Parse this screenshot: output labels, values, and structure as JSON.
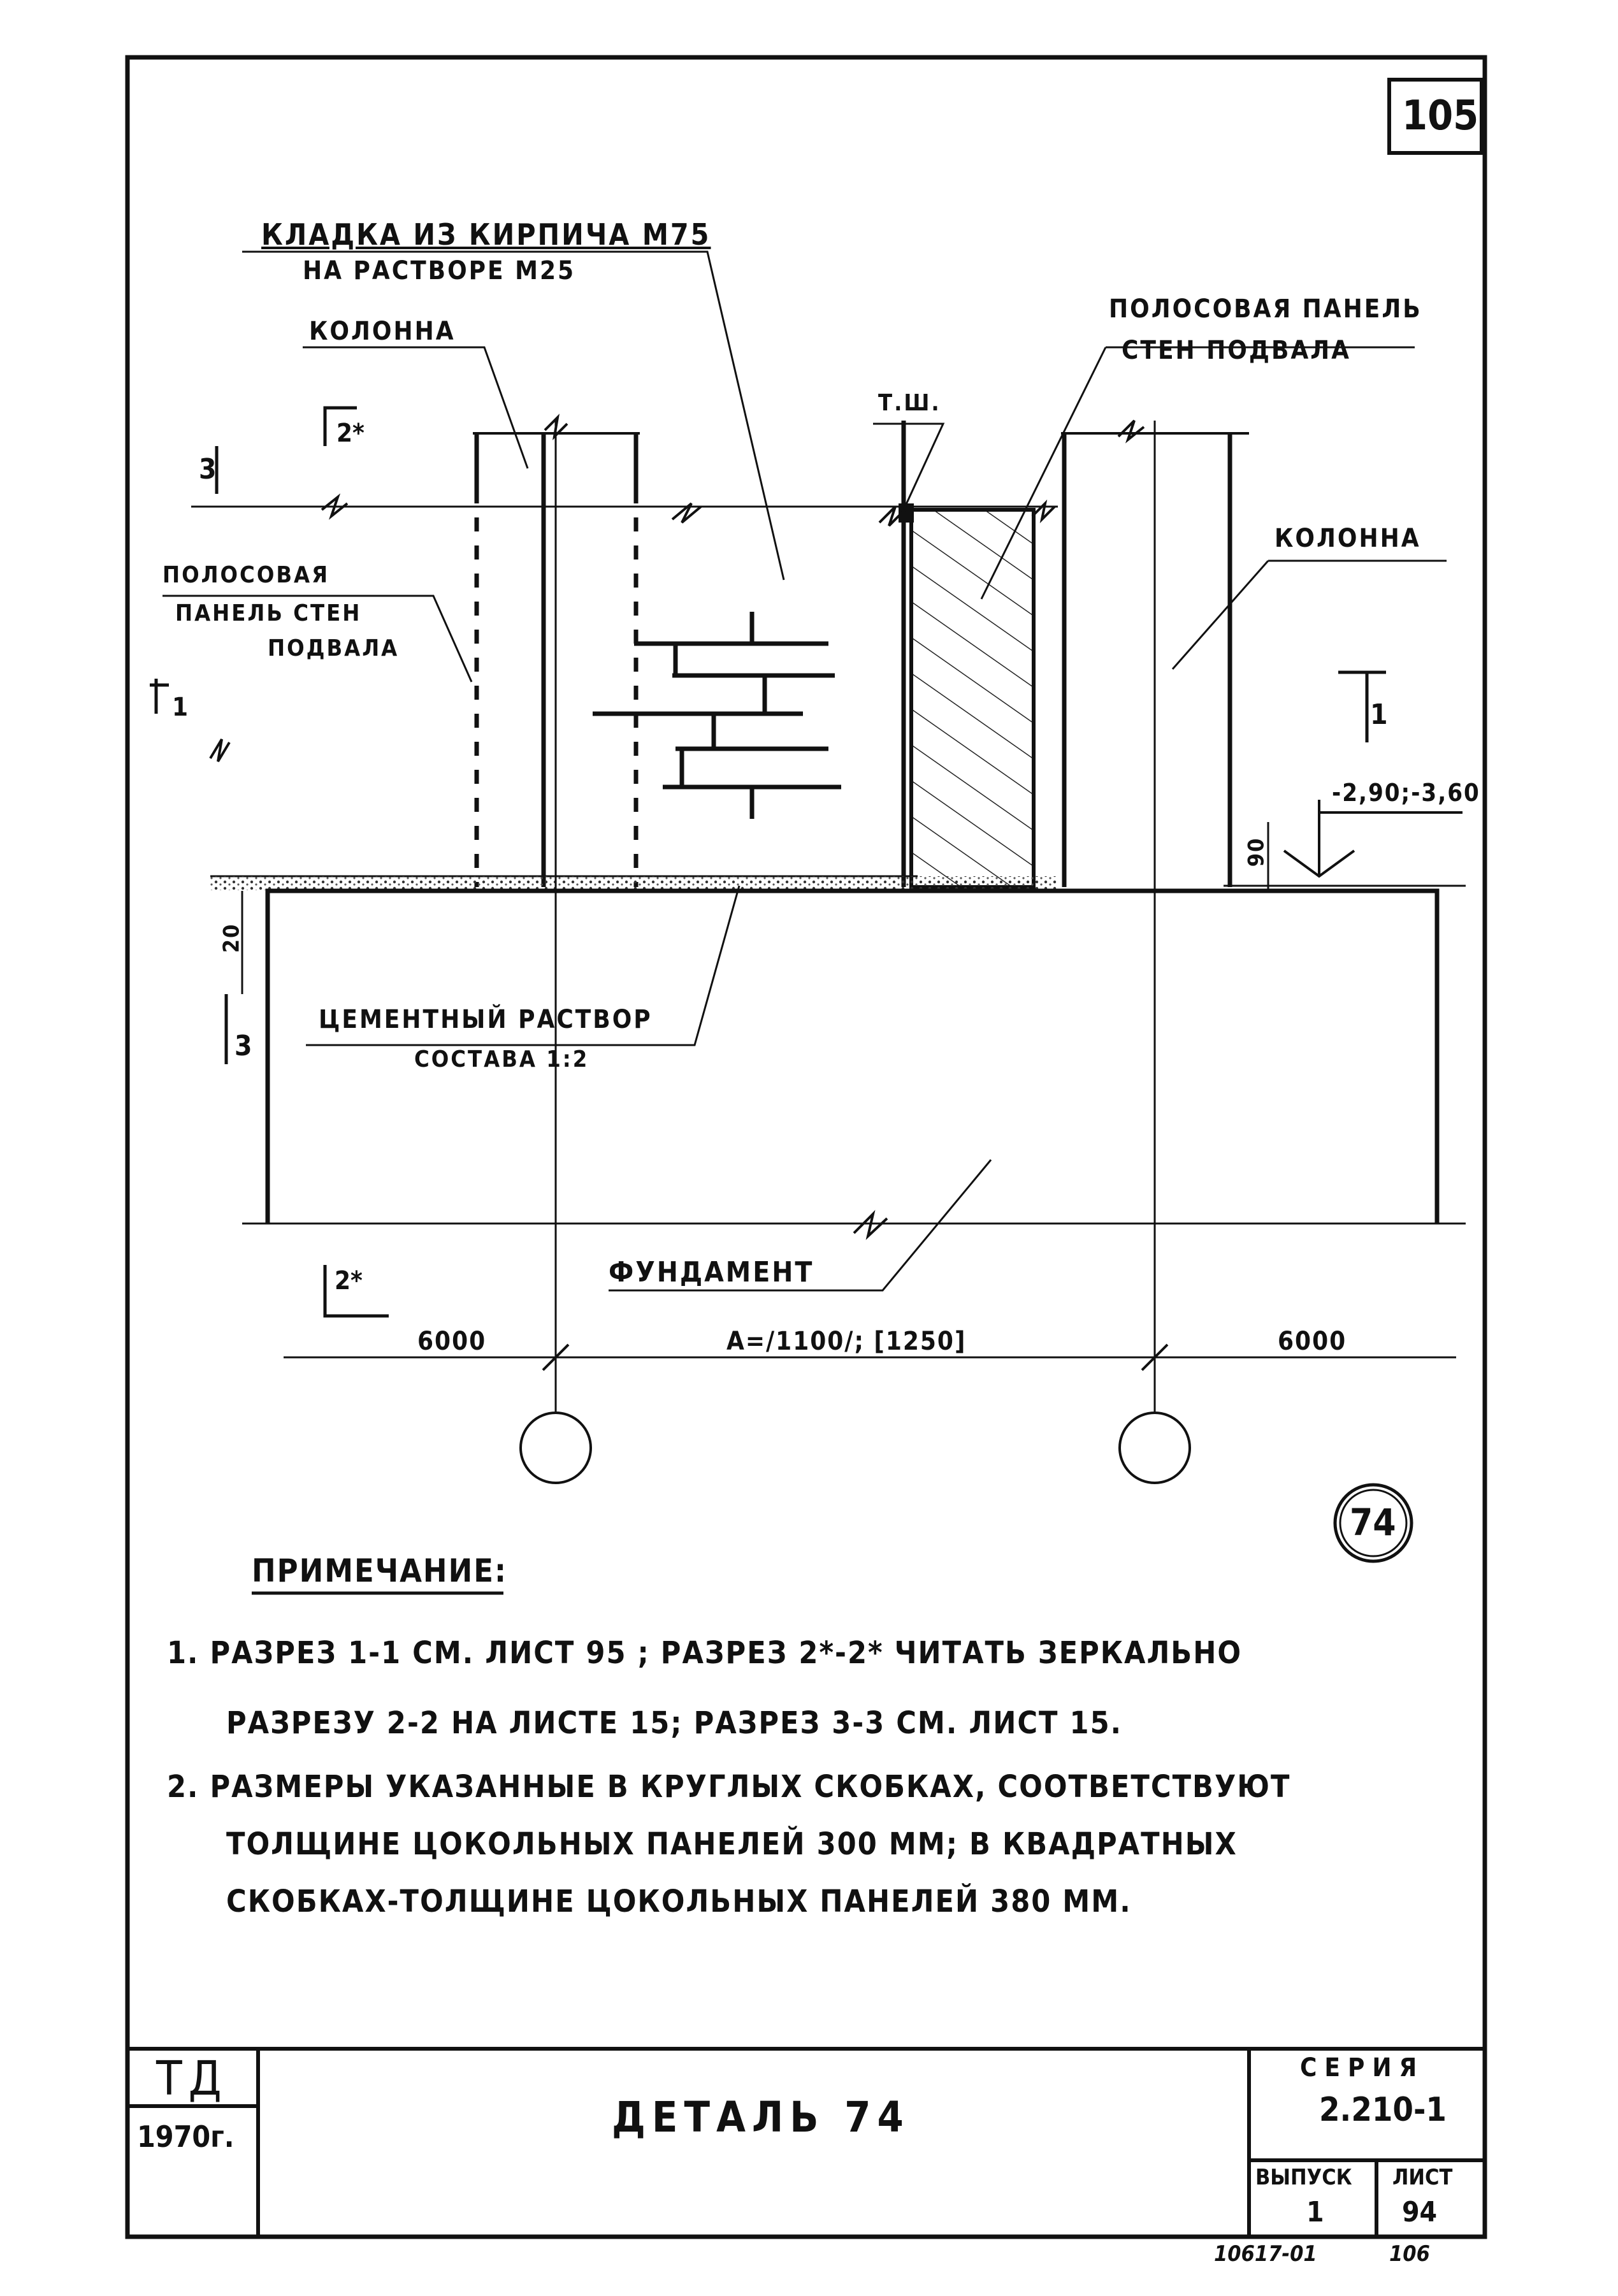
{
  "sheet": {
    "corner_number": "105",
    "detail_number": "74",
    "footer_left_code": "10617-01",
    "footer_right_code": "106"
  },
  "labels": {
    "masonry_line1": "КЛАДКА ИЗ КИРПИЧА М75",
    "masonry_line2": "НА РАСТВОРЕ М25",
    "column_left": "КОЛОННА",
    "strip_panel_top_line1": "ПОЛОСОВАЯ ПАНЕЛЬ",
    "strip_panel_top_line2": "СТЕН ПОДВАЛА",
    "tsh": "Т.Ш.",
    "strip_panel_left_line1": "ПОЛОСОВАЯ",
    "strip_panel_left_line2": "ПАНЕЛЬ СТЕН",
    "strip_panel_left_line3": "ПОДВАЛА",
    "column_right": "КОЛОННА",
    "elevation": "-2,90;-3,60",
    "mortar_line1": "ЦЕМЕНТНЫЙ РАСТВОР",
    "mortar_line2": "СОСТАВА 1:2",
    "foundation": "ФУНДАМЕНТ"
  },
  "section_marks": {
    "top_left_2": "2*",
    "left_1": "1",
    "right_1": "1",
    "left_3": "3",
    "bottom_3": "3",
    "bottom_2": "2*",
    "top_3": "3"
  },
  "dimensions": {
    "left_span": "6000",
    "middle_span": "А=/1100/; [1250]",
    "right_span": "6000",
    "dim_90": "90",
    "dim_20": "20"
  },
  "notes": {
    "heading": "ПРИМЕЧАНИЕ:",
    "item1_line1": "1. РАЗРЕЗ 1-1 СМ. ЛИСТ 95 ; РАЗРЕЗ 2*-2* ЧИТАТЬ ЗЕРКАЛЬНО",
    "item1_line2": "РАЗРЕЗУ 2-2 НА ЛИСТЕ 15; РАЗРЕЗ 3-3 СМ. ЛИСТ 15.",
    "item2_line1": "2. РАЗМЕРЫ УКАЗАННЫЕ В КРУГЛЫХ СКОБКАХ, СООТВЕТСТВУЮТ",
    "item2_line2": "ТОЛЩИНЕ ЦОКОЛЬНЫХ ПАНЕЛЕЙ 300 ММ; В КВАДРАТНЫХ",
    "item2_line3": "СКОБКАХ-ТОЛЩИНЕ ЦОКОЛЬНЫХ ПАНЕЛЕЙ 380 ММ."
  },
  "title_block": {
    "org": "ТД",
    "year": "1970г.",
    "title": "ДЕТАЛЬ 74",
    "series_label": "СЕРИЯ",
    "series_value": "2.210-1",
    "issue_label": "ВЫПУСК",
    "issue_value": "1",
    "sheet_label": "ЛИСТ",
    "sheet_value": "94"
  }
}
